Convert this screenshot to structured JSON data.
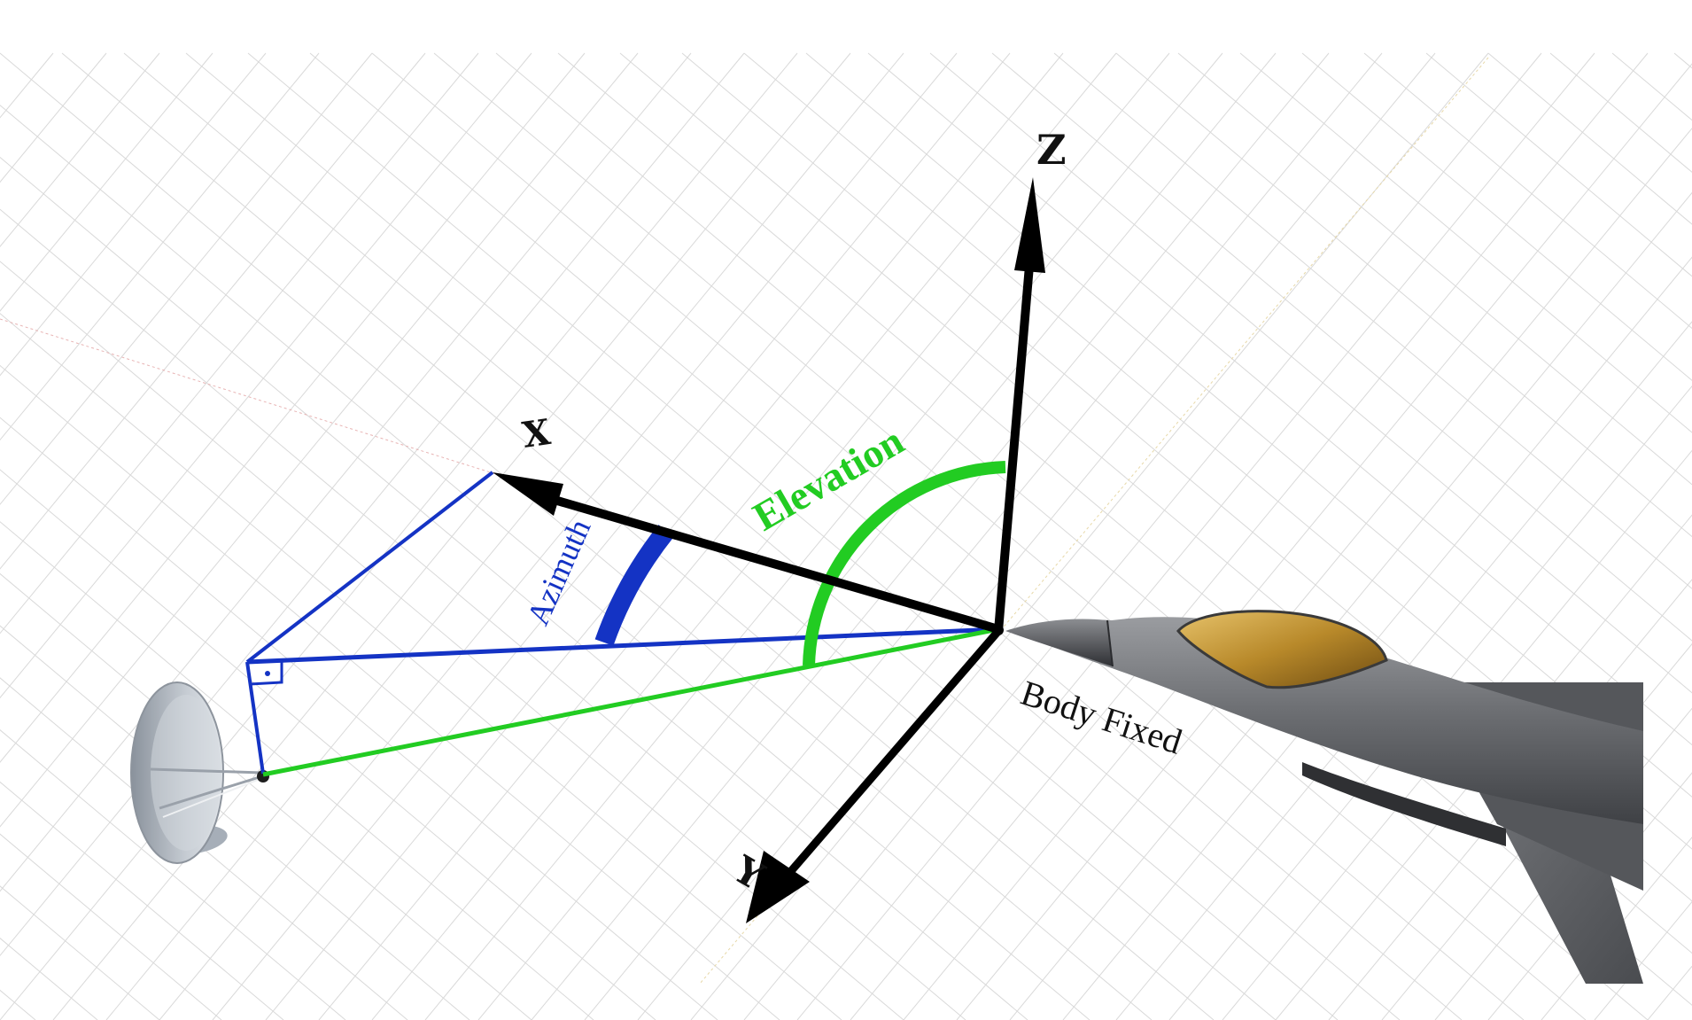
{
  "axes": {
    "x_label": "X",
    "y_label": "Y",
    "z_label": "Z"
  },
  "angles": {
    "azimuth_label": "Azimuth",
    "elevation_label": "Elevation"
  },
  "frame": {
    "label": "Body Fixed"
  },
  "colors": {
    "azimuth": "#1433c4",
    "elevation": "#22cc22",
    "axes": "#000000",
    "grid": "#d9d9d9",
    "aircraft_body": "#7a7c80",
    "canopy": "#b8892a",
    "dish": "#b8bfc8"
  },
  "icons": {
    "antenna": "radar-dish-icon",
    "aircraft": "fighter-jet-icon",
    "right_angle": "right-angle-marker-icon"
  }
}
